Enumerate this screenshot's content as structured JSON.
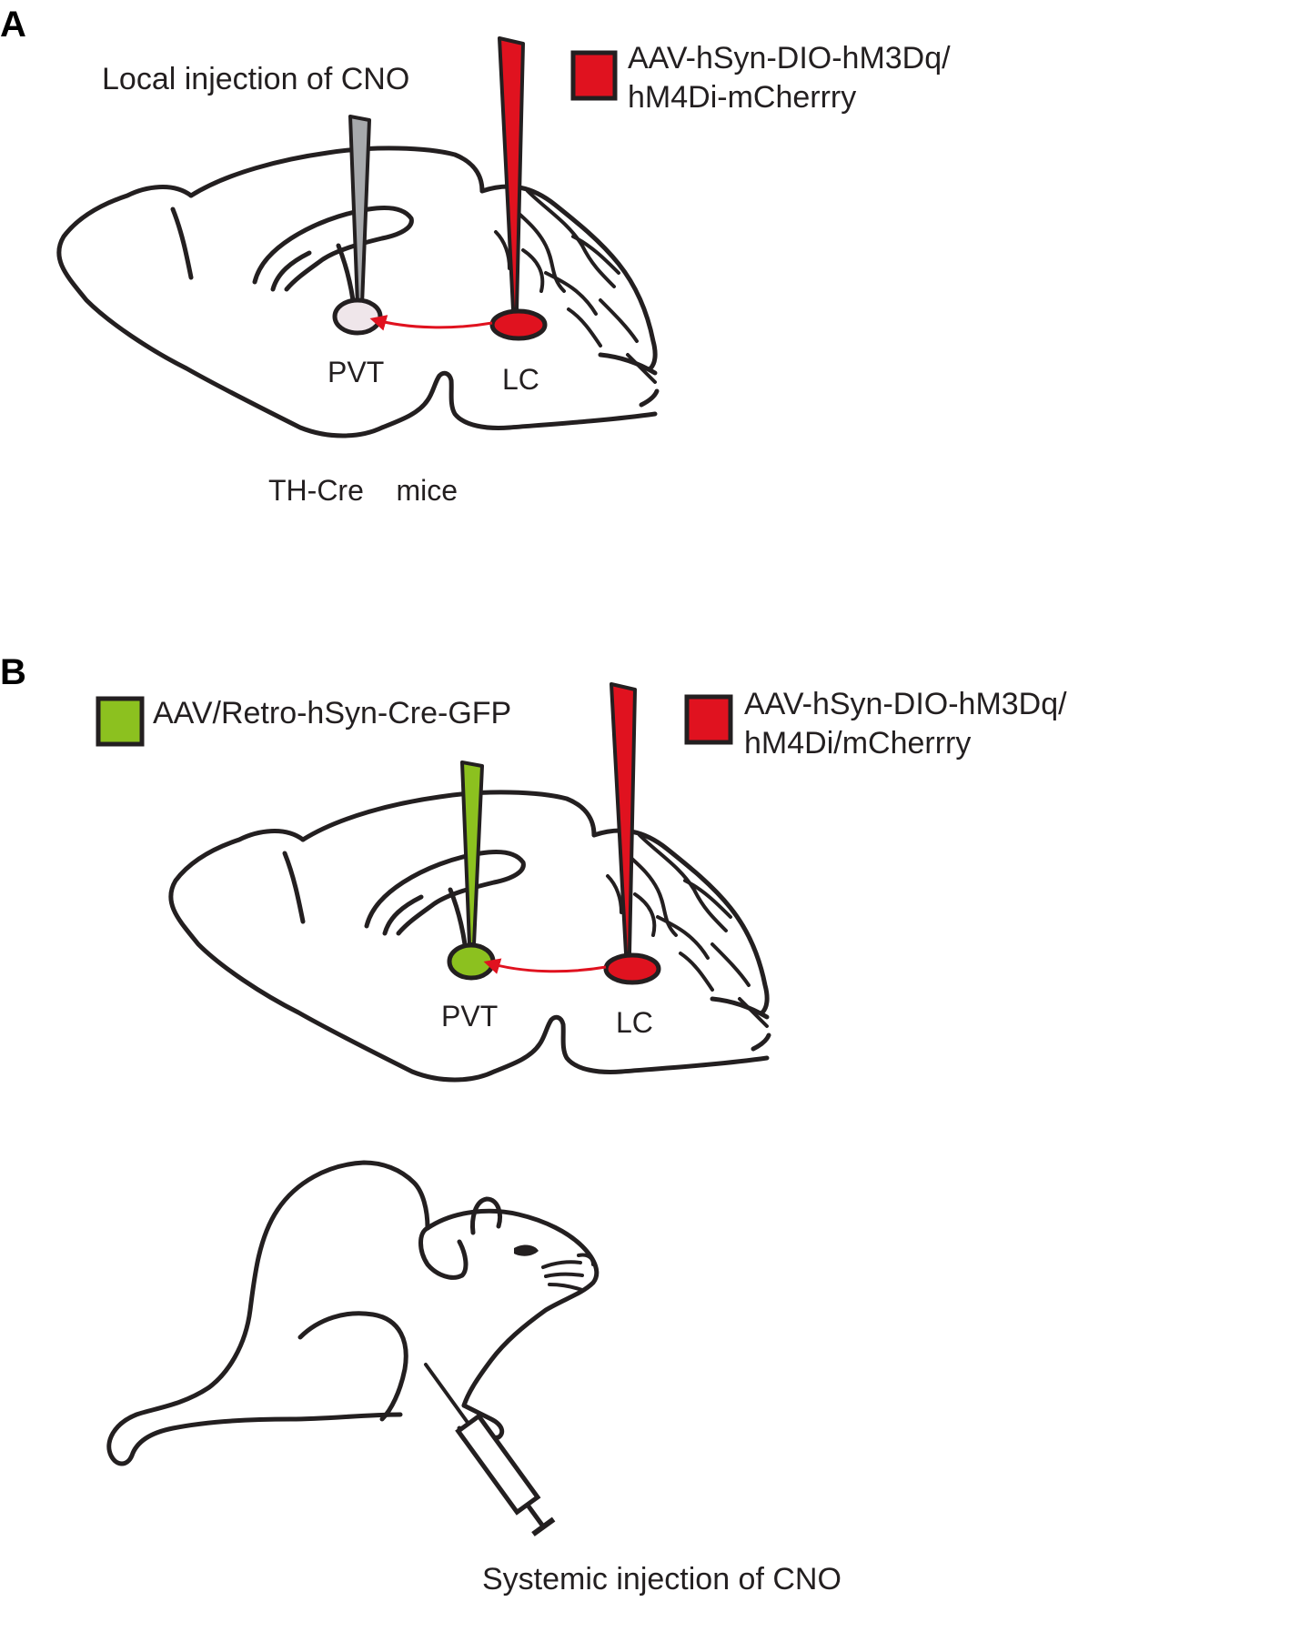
{
  "colors": {
    "ink": "#231f20",
    "virus_red": "#e0121f",
    "virus_green": "#8cc11f",
    "cno_gray": "#a7a9ac",
    "pvt_light": "#efe6ea",
    "arrow_red": "#e0121f"
  },
  "panel_a": {
    "letter": "A",
    "cno_label": "Local injection of CNO",
    "virus_label_line1": "AAV-hSyn-DIO-hM3Dq/",
    "virus_label_line2": "hM4Di-mCherrry",
    "pvt_label": "PVT",
    "lc_label": "LC",
    "mouse_line_label": "TH-Cre    mice"
  },
  "panel_b": {
    "letter": "B",
    "retro_label": "AAV/Retro-hSyn-Cre-GFP",
    "virus_label_line1": "AAV-hSyn-DIO-hM3Dq/",
    "virus_label_line2": "hM4Di/mCherrry",
    "pvt_label": "PVT",
    "lc_label": "LC",
    "systemic_label": "Systemic injection of CNO"
  },
  "icons": [
    "brain-sagittal-icon",
    "injection-needle-icon",
    "mouse-icon",
    "syringe-icon"
  ]
}
